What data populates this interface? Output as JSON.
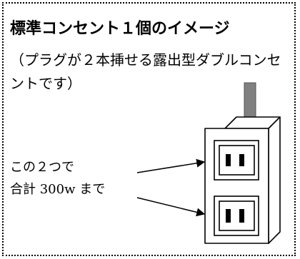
{
  "title": "標準コンセント１個のイメージ",
  "description": "（プラグが２本挿せる露出型ダブルコンセントです）",
  "annotation": {
    "line1": "この２つで",
    "line2": "合計 300w まで"
  },
  "colors": {
    "cord": "#808080",
    "outline": "#000000",
    "background": "#ffffff"
  },
  "icons": [
    "outlet-body",
    "power-cord",
    "socket-top",
    "socket-bottom",
    "pointer-arrow"
  ]
}
